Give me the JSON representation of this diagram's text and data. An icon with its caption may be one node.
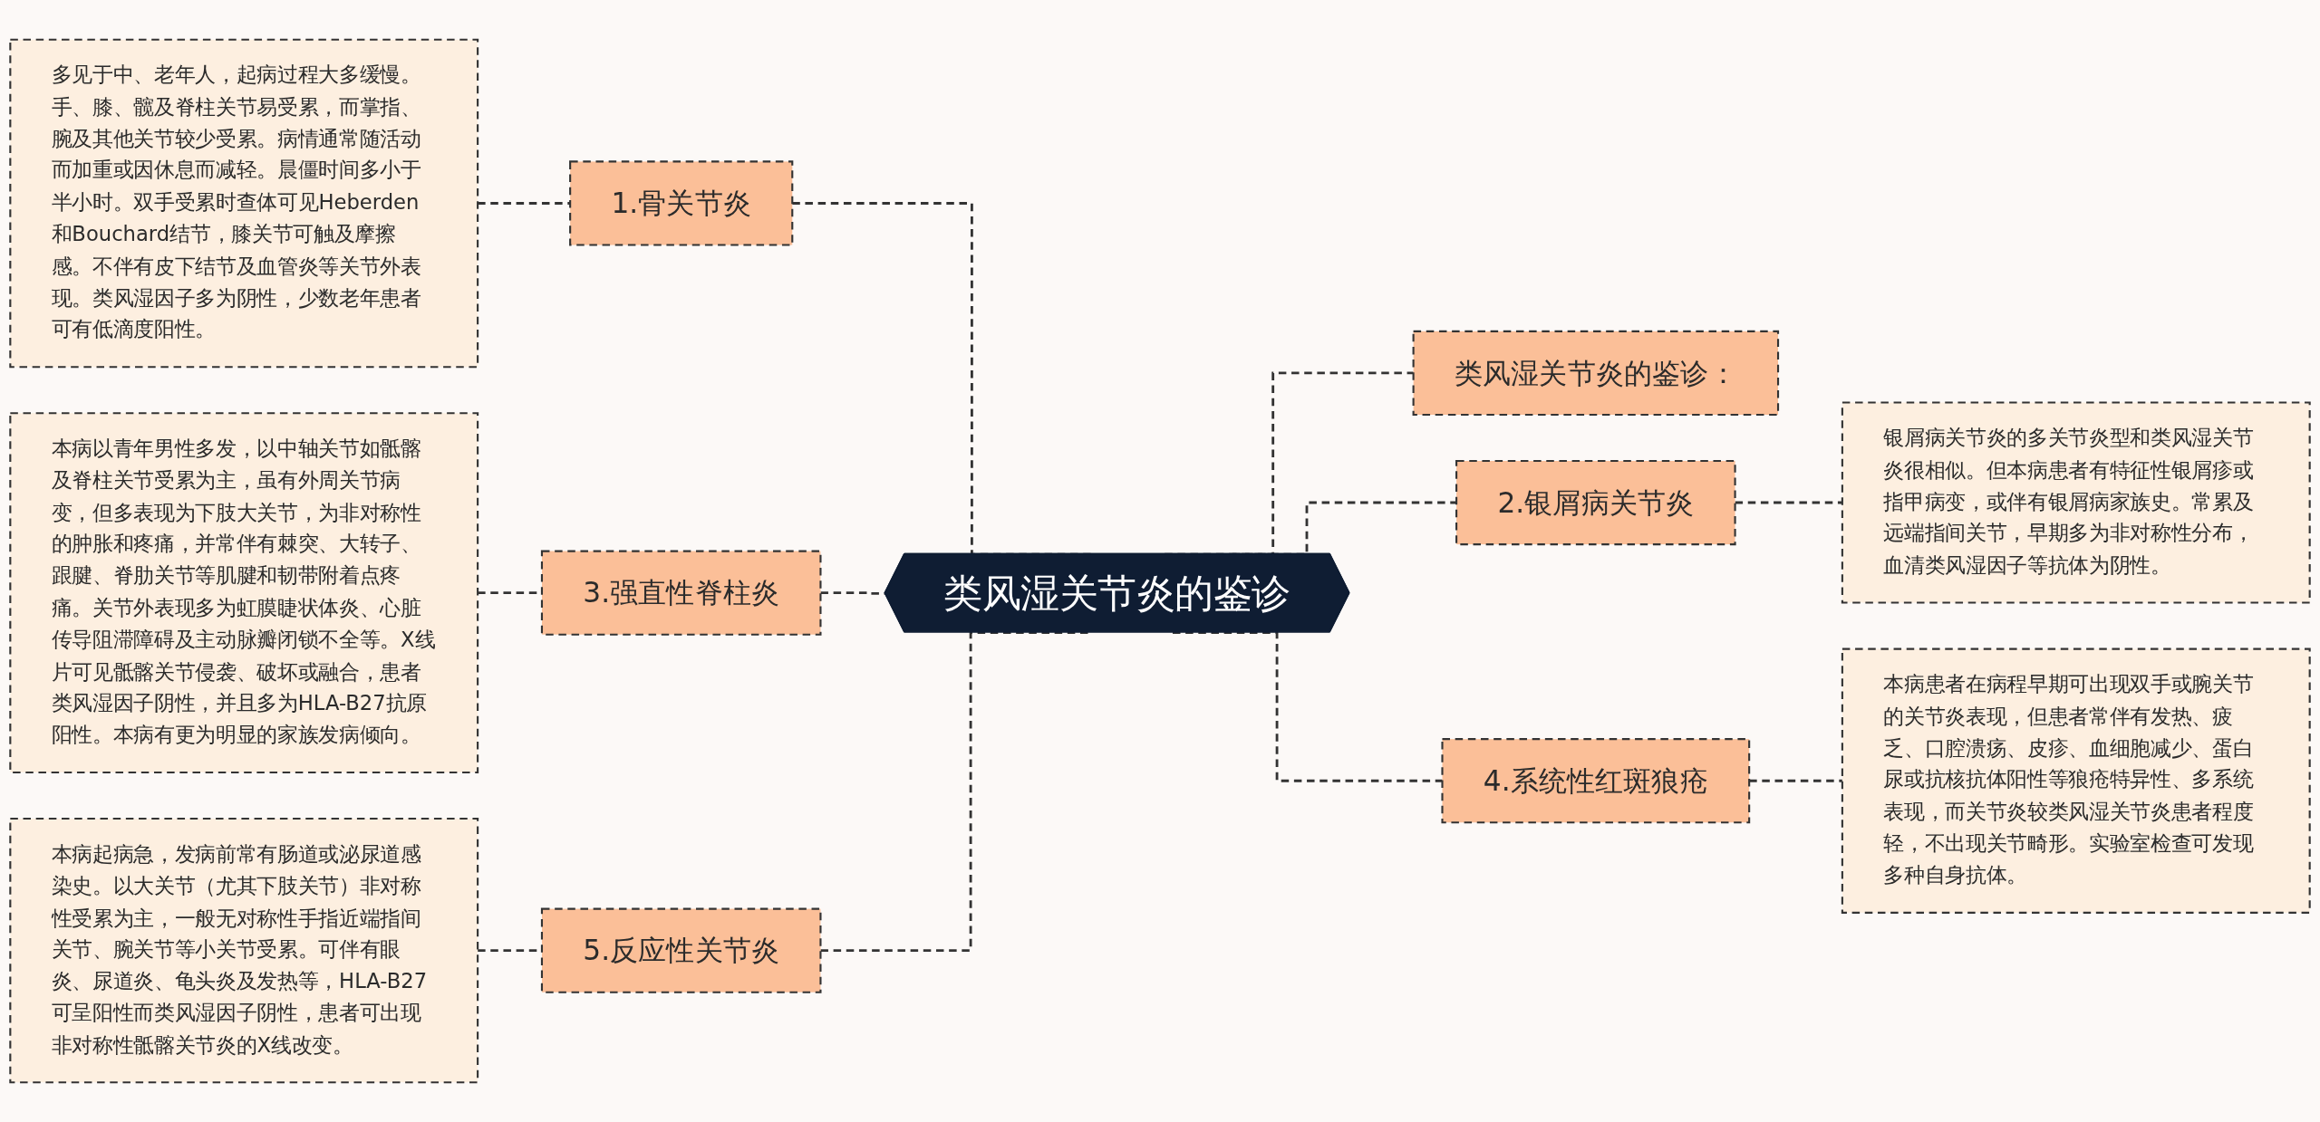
{
  "diagram": {
    "nodes": [
      {
        "text": [
          "类风湿关节炎的鉴诊"
        ]
      },
      {
        "text": [
          "1.骨关节炎"
        ]
      },
      {
        "text": [
          "多见于中、老年人，起病过程大多缓慢。手、膝、髋及脊柱关节易受累，而掌指、腕及其他关节较少受累。病情通常随活动而加重或因休息而减轻。晨僵时间多小于半小时。双手受累时查体可见Heberden和Bouchard结节，膝关节可触及摩擦感。不伴有皮下结节及血管炎等关节外表现。类风湿因子多为阴性，少数老年患者可有低滴度阳性。"
        ]
      },
      {
        "text": [
          "3.强直性脊柱炎"
        ]
      },
      {
        "text": [
          "本病以青年男性多发，以中轴关节如骶髂及脊柱关节受累为主，虽有外周关节病变，但多表现为下肢大关节，为非对称性的肿胀和疼痛，并常伴有棘突、大转子、跟腱、脊肋关节等肌腱和韧带附着点疼痛。关节外表现多为虹膜睫状体炎、心脏传导阻滞障碍及主动脉瓣闭锁不全等。X线片可见骶髂关节侵袭、破坏或融合，患者类风湿因子阴性，并且多为HLA-B27抗原阳性。本病有更为明显的家族发病倾向。"
        ]
      },
      {
        "text": [
          "5.反应性关节炎"
        ]
      },
      {
        "text": [
          "本病起病急，发病前常有肠道或泌尿道感染史。以大关节（尤其下肢关节）非对称性受累为主，一般无对称性手指近端指间关节、腕关节等小关节受累。可伴有眼炎、尿道炎、龟头炎及发热等，HLA-B27可呈阳性而类风湿因子阴性，患者可出现非对称性骶髂关节炎的X线改变。"
        ]
      },
      {
        "text": [
          "类风湿关节炎的鉴诊："
        ]
      },
      {
        "text": [
          "2.银屑病关节炎"
        ]
      },
      {
        "text": [
          "银屑病关节炎的多关节炎型和类风湿关节炎很相似。但本病患者有特征性银屑疹或指甲病变，或伴有银屑病家族史。常累及远端指间关节，早期多为非对称性分布，血清类风湿因子等抗体为阴性。"
        ]
      },
      {
        "text": [
          "4.系统性红斑狼疮"
        ]
      },
      {
        "text": [
          "本病患者在病程早期可出现双手或腕关节的关节炎表现，但患者常伴有发热、疲乏、口腔溃疡、皮疹、血细胞减少、蛋白尿或抗核抗体阳性等狼疮特异性、多系统表现，而关节炎较类风湿关节炎患者程度轻，不出现关节畸形。实验室检查可发现多种自身抗体。"
        ]
      }
    ],
    "edges": [
      {
        "from": 2,
        "to": 1,
        "arrow": "none",
        "style": "dashed"
      },
      {
        "from": 1,
        "to": 0,
        "arrow": "none",
        "style": "dashed"
      },
      {
        "from": 4,
        "to": 3,
        "arrow": "none",
        "style": "dashed"
      },
      {
        "from": 3,
        "to": 0,
        "arrow": "none",
        "style": "dashed"
      },
      {
        "from": 6,
        "to": 5,
        "arrow": "none",
        "style": "dashed"
      },
      {
        "from": 5,
        "to": 0,
        "arrow": "none",
        "style": "dashed"
      },
      {
        "from": 0,
        "to": 7,
        "arrow": "none",
        "style": "dashed"
      },
      {
        "from": 0,
        "to": 8,
        "arrow": "none",
        "style": "dashed"
      },
      {
        "from": 8,
        "to": 9,
        "arrow": "none",
        "style": "dashed"
      },
      {
        "from": 0,
        "to": 10,
        "arrow": "none",
        "style": "dashed"
      },
      {
        "from": 10,
        "to": 11,
        "arrow": "none",
        "style": "dashed"
      }
    ]
  }
}
